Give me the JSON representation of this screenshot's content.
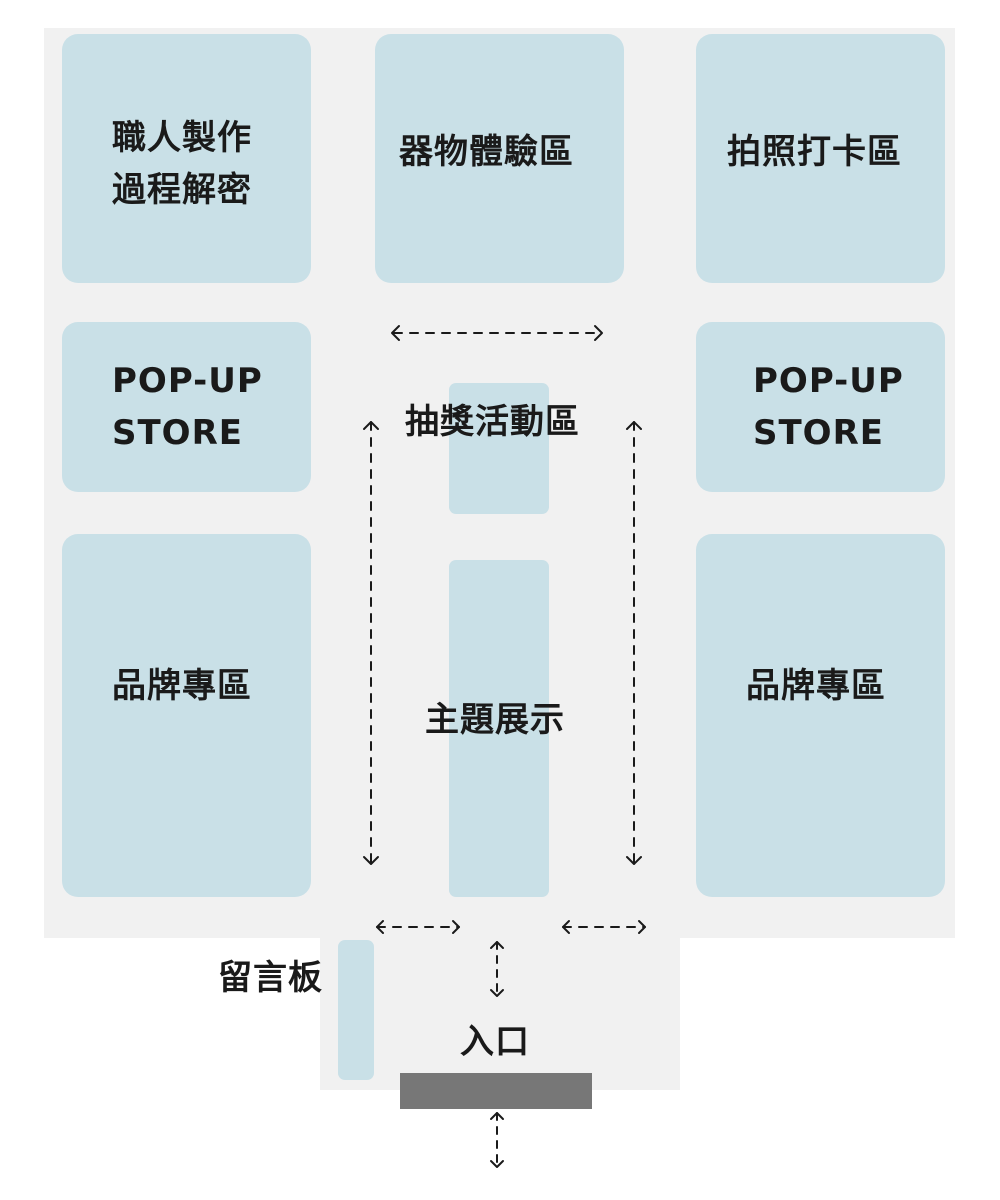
{
  "title": "Exhibition Floor Plan",
  "colors": {
    "floor": "#f1f1f1",
    "zone": "#c9e0e7",
    "entrance_bar": "#777777",
    "arrow": "#1a1a1a"
  },
  "zones": {
    "craft": "職人製作\n過程解密",
    "vessel": "器物體驗區",
    "photo": "拍照打卡區",
    "popup_left": "POP-UP\nSTORE",
    "popup_right": "POP-UP\nSTORE",
    "lottery": "抽獎活動區",
    "brand_left": "品牌專區",
    "theme": "主題展示",
    "brand_right": "品牌專區",
    "message_board": "留言板",
    "entrance": "入口"
  }
}
